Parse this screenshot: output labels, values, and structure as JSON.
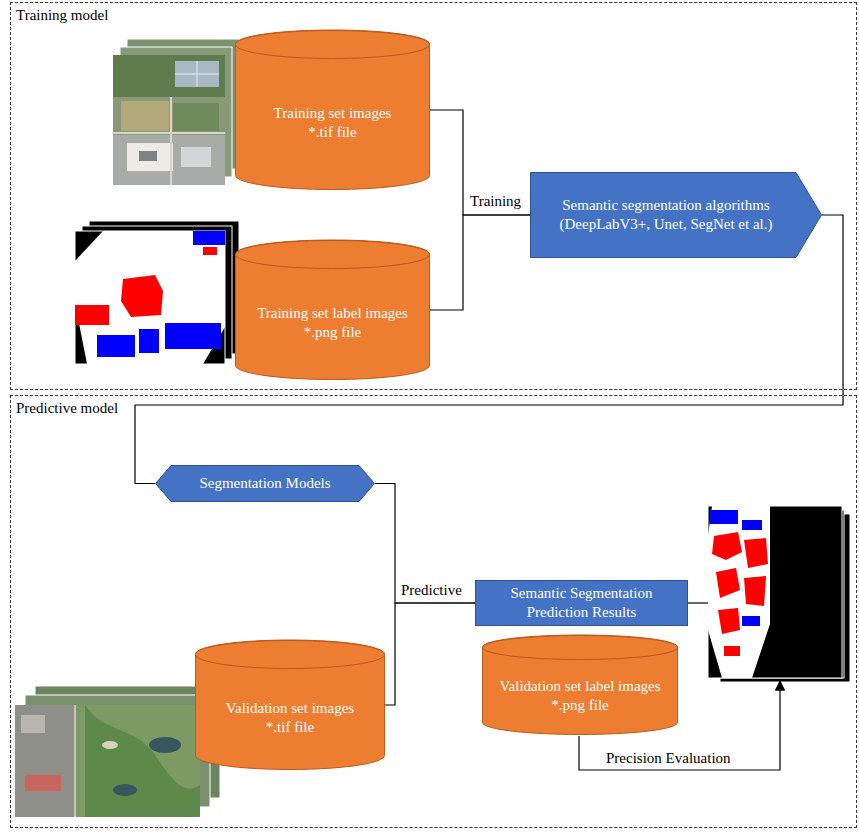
{
  "diagram": {
    "nodes": [
      {
        "text": [
          "Training model"
        ]
      },
      {
        "text": [
          "Training set images *.tif file"
        ],
        "in": 0
      },
      {
        "text": [
          "Training set label images *.png file"
        ],
        "in": 0
      },
      {
        "text": [
          "Semantic segmentation algorithms (DeepLabV3+, Unet, SegNet et al.)"
        ],
        "in": 0
      },
      {
        "text": [
          "Predictive model"
        ]
      },
      {
        "text": [
          "Segmentation Models"
        ],
        "in": 4
      },
      {
        "text": [
          "Semantic Segmentation Prediction Results"
        ],
        "in": 4
      },
      {
        "text": [
          "Validation set label images *.png file"
        ],
        "in": 4
      },
      {
        "text": [
          "Validation set images *.tif file"
        ],
        "in": 4
      }
    ],
    "edges": [
      {
        "from": 1,
        "to": 3,
        "label": "Training",
        "arrow": "none"
      },
      {
        "from": 2,
        "to": 3,
        "arrow": "none"
      },
      {
        "from": 3,
        "to": 5,
        "arrow": "none"
      },
      {
        "from": 5,
        "to": 6,
        "label": "Predictive",
        "arrow": "none"
      },
      {
        "from": 8,
        "to": 6,
        "arrow": "none"
      }
    ],
    "labels": [
      "Precision Evaluation"
    ]
  }
}
